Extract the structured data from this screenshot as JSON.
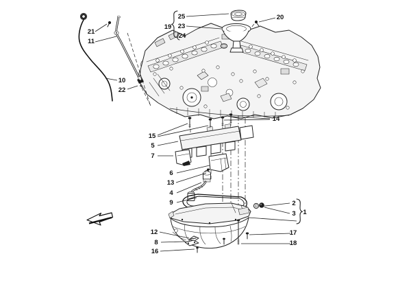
{
  "figure": {
    "kind": "exploded-parts-diagram",
    "colors": {
      "background": "#ffffff",
      "ink": "#1d1d1d",
      "fill_light": "#f4f4f4"
    },
    "icons": {
      "direction_arrow": "front-direction-arrow"
    }
  },
  "callouts": [
    {
      "label": "1"
    },
    {
      "label": "2"
    },
    {
      "label": "3"
    },
    {
      "label": "4"
    },
    {
      "label": "5"
    },
    {
      "label": "6"
    },
    {
      "label": "7"
    },
    {
      "label": "8"
    },
    {
      "label": "9"
    },
    {
      "label": "10"
    },
    {
      "label": "11"
    },
    {
      "label": "12"
    },
    {
      "label": "13"
    },
    {
      "label": "14"
    },
    {
      "label": "15"
    },
    {
      "label": "16"
    },
    {
      "label": "17"
    },
    {
      "label": "18"
    },
    {
      "label": "19"
    },
    {
      "label": "20"
    },
    {
      "label": "21"
    },
    {
      "label": "22"
    },
    {
      "label": "23"
    },
    {
      "label": "24"
    },
    {
      "label": "25"
    }
  ]
}
